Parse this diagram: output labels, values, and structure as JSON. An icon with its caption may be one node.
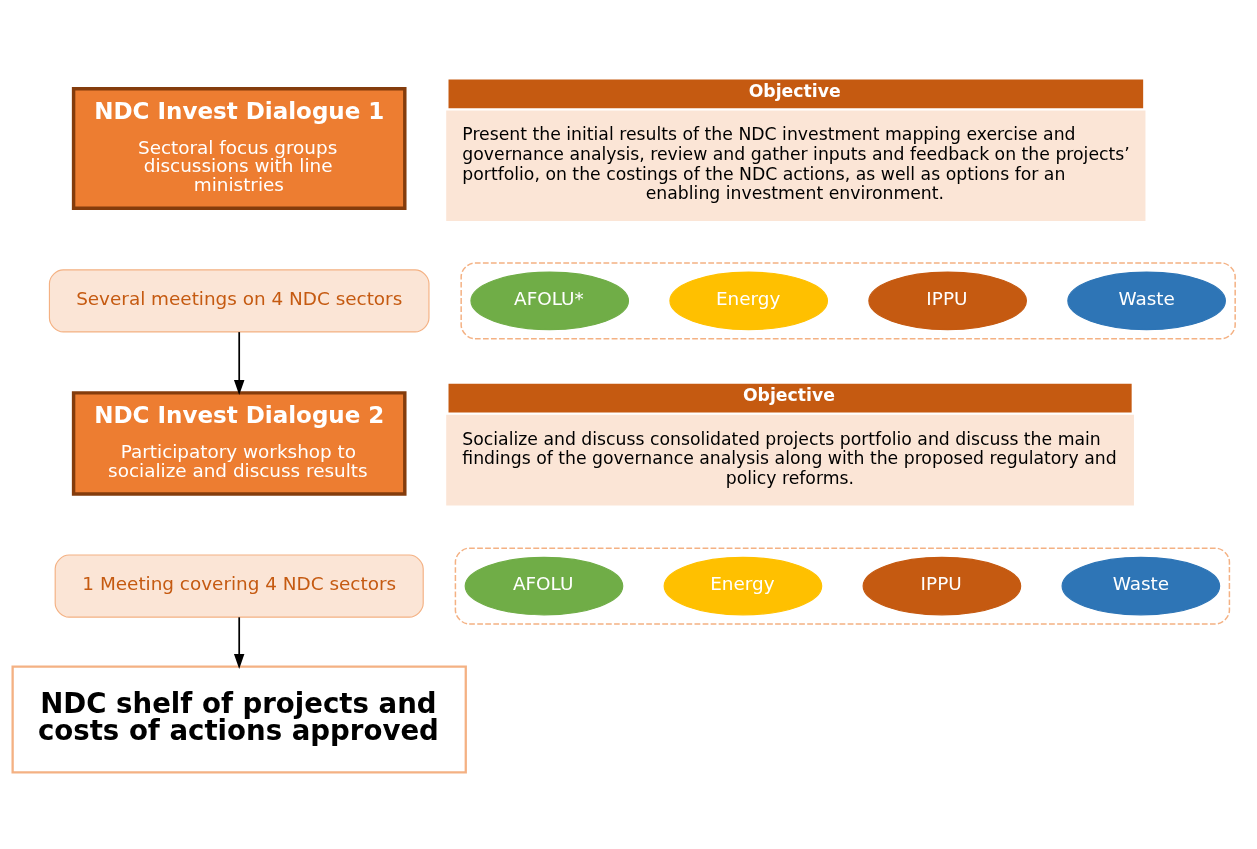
{
  "diagram": {
    "nodes": [
      {
        "text": [
          "NDC Invest Dialogue 1",
          "Sectoral focus groups discussions with line ministries"
        ]
      },
      {
        "text": [
          "Objective",
          "Present the initial results of the NDC investment mapping exercise and governance analysis, review and gather inputs and feedback on the projects’ portfolio, on the costings of the NDC actions, as well as options for an enabling investment environment."
        ]
      },
      {
        "text": [
          "Several meetings on 4 NDC sectors"
        ]
      },
      {
        "text": [],
        "shape": "box"
      },
      {
        "text": [
          "AFOLU*"
        ],
        "in": 3
      },
      {
        "text": [
          "Energy"
        ],
        "in": 3
      },
      {
        "text": [
          "IPPU"
        ],
        "in": 3
      },
      {
        "text": [
          "Waste"
        ],
        "in": 3
      },
      {
        "text": [
          "NDC Invest Dialogue 2",
          "Participatory workshop to socialize and discuss results"
        ]
      },
      {
        "text": [
          "Objective",
          "Socialize and discuss consolidated projects portfolio and discuss the main findings of the governance analysis along with the proposed regulatory and policy reforms."
        ]
      },
      {
        "text": [
          "1 Meeting covering 4 NDC sectors"
        ]
      },
      {
        "text": [],
        "shape": "box"
      },
      {
        "text": [
          "AFOLU"
        ],
        "in": 11
      },
      {
        "text": [
          "Energy"
        ],
        "in": 11
      },
      {
        "text": [
          "IPPU"
        ],
        "in": 11
      },
      {
        "text": [
          "Waste"
        ],
        "in": 11
      },
      {
        "text": [
          "NDC shelf of projects and costs of actions approved"
        ]
      }
    ],
    "edges": [
      {
        "from": 2,
        "to": 8,
        "arrow": "to"
      },
      {
        "from": 10,
        "to": 16,
        "arrow": "to"
      }
    ]
  }
}
